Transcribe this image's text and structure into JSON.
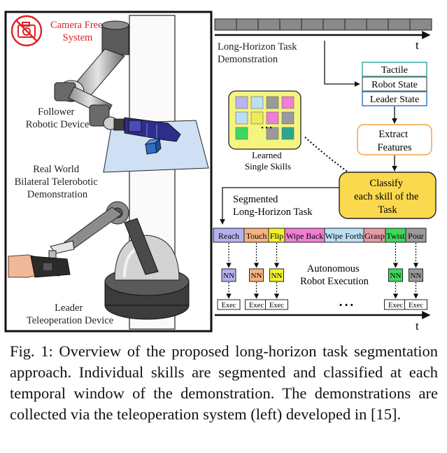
{
  "figure": {
    "left_panel": {
      "camera_free": [
        "Camera Free",
        "System"
      ],
      "follower": [
        "Follower",
        "Robotic Device"
      ],
      "real_world": [
        "Real World",
        "Bilateral Telerobotic",
        "Demonstration"
      ],
      "leader": [
        "Leader",
        "Teleoperation Device"
      ]
    },
    "top_axis_label": "t",
    "bottom_axis_label": "t",
    "demo_label": [
      "Long-Horizon Task",
      "Demonstration"
    ],
    "inputs": [
      "Tactile",
      "Robot State",
      "Leader State"
    ],
    "extract": [
      "Extract",
      "Features"
    ],
    "classify": [
      "Classify",
      "each skill of the",
      "Task"
    ],
    "learned": [
      "Learned",
      "Single Skills"
    ],
    "segmented": [
      "Segmented",
      "Long-Horizon Task"
    ],
    "skills": [
      {
        "label": "Reach",
        "color": "#b5b0f0"
      },
      {
        "label": "Touch",
        "color": "#f6b482"
      },
      {
        "label": "Flip",
        "color": "#f2f230"
      },
      {
        "label": "Wipe Back",
        "color": "#f07ed4"
      },
      {
        "label": "Wipe Forth",
        "color": "#bcdff4"
      },
      {
        "label": "Grasp",
        "color": "#e89aa4"
      },
      {
        "label": "Twist",
        "color": "#3ed85a"
      },
      {
        "label": "Pour",
        "color": "#9a9a9a"
      }
    ],
    "nn_label": "NN",
    "exec_label": "Exec",
    "ellipsis": "• • •",
    "autonomous": [
      "Autonomous",
      "Robot Execution"
    ],
    "grid_colors": [
      "#b9b5f2",
      "#f6b482",
      "#ecec5a",
      "#f07ed4",
      "#bcdff4",
      "#e89aa4",
      "#3ed85a",
      "#9a9a9a",
      "#2aa88c"
    ]
  },
  "caption": "Fig. 1: Overview of the proposed long-horizon task segmentation approach. Individual skills are segmented and classified at each temporal window of the demonstration. The demonstrations are collected via the teleoperation system (left) developed in [15]."
}
